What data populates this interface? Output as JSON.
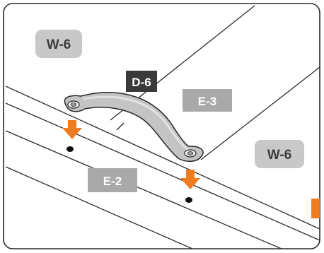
{
  "diagram": {
    "labels": {
      "w6_top": "W-6",
      "d6": "D-6",
      "e3": "E-3",
      "w6_right": "W-6",
      "e2": "E-2"
    },
    "colors": {
      "frame_stroke": "#2a2a2a",
      "line_stroke": "#2a2a2a",
      "tag_light_bg": "#c8c8c8",
      "tag_light_text": "#3c3c3c",
      "tag_dark_bg": "#3a3a3a",
      "tag_dark_text": "#ffffff",
      "tag_mid_bg": "#a9a9a9",
      "tag_mid_text": "#ffffff",
      "bracket_fill": "#c4c4c4",
      "arrow_color": "#f07c22",
      "hole_color": "#111111"
    },
    "icons": [
      "bracket-icon",
      "arrow-down-icon",
      "screw-hole-icon"
    ]
  }
}
